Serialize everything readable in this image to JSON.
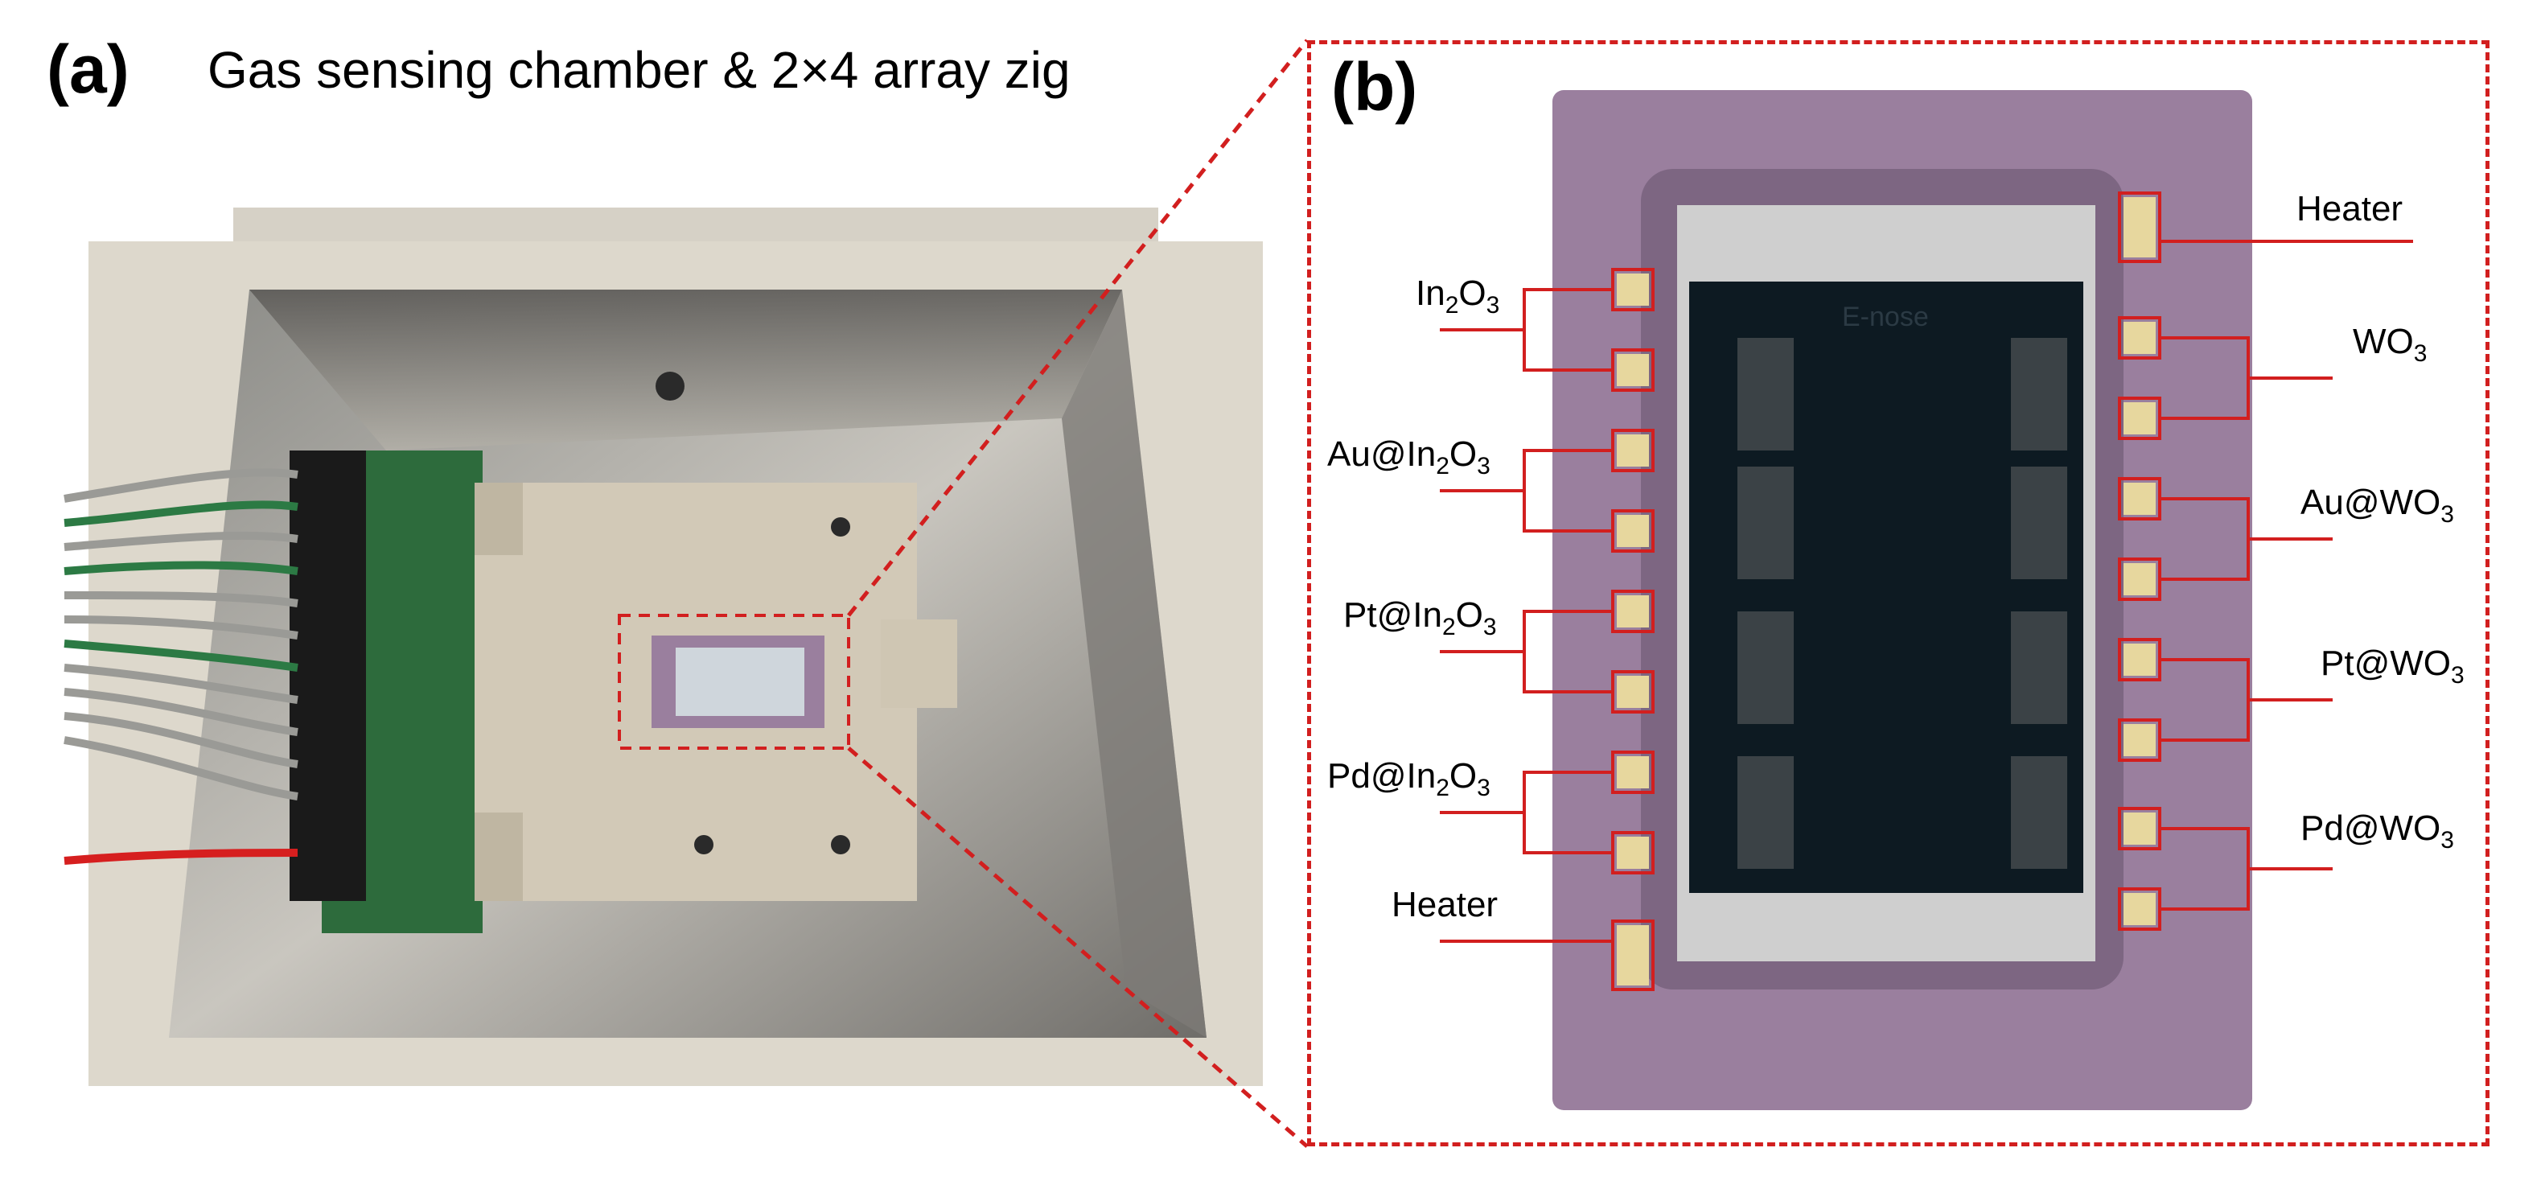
{
  "panel_a": {
    "letter": "(a)",
    "title": "Gas sensing chamber & 2×4 array zig"
  },
  "panel_b": {
    "letter": "(b)",
    "chip_text": "E-nose",
    "left_labels": [
      {
        "pre": "In",
        "sub1": "2",
        "mid": "O",
        "sub2": "3"
      },
      {
        "pre": "Au@In",
        "sub1": "2",
        "mid": "O",
        "sub2": "3"
      },
      {
        "pre": "Pt@In",
        "sub1": "2",
        "mid": "O",
        "sub2": "3"
      },
      {
        "pre": "Pd@In",
        "sub1": "2",
        "mid": "O",
        "sub2": "3"
      }
    ],
    "right_labels": [
      {
        "pre": "WO",
        "sub": "3"
      },
      {
        "pre": "Au@WO",
        "sub": "3"
      },
      {
        "pre": "Pt@WO",
        "sub": "3"
      },
      {
        "pre": "Pd@WO",
        "sub": "3"
      }
    ],
    "heater_left": "Heater",
    "heater_right": "Heater"
  },
  "colors": {
    "annotation_red": "#d21f1f",
    "chip_purple": "#9a7f9e",
    "sensor_dark": "#0d1a22",
    "chamber_beige": "#ddd8cc"
  }
}
